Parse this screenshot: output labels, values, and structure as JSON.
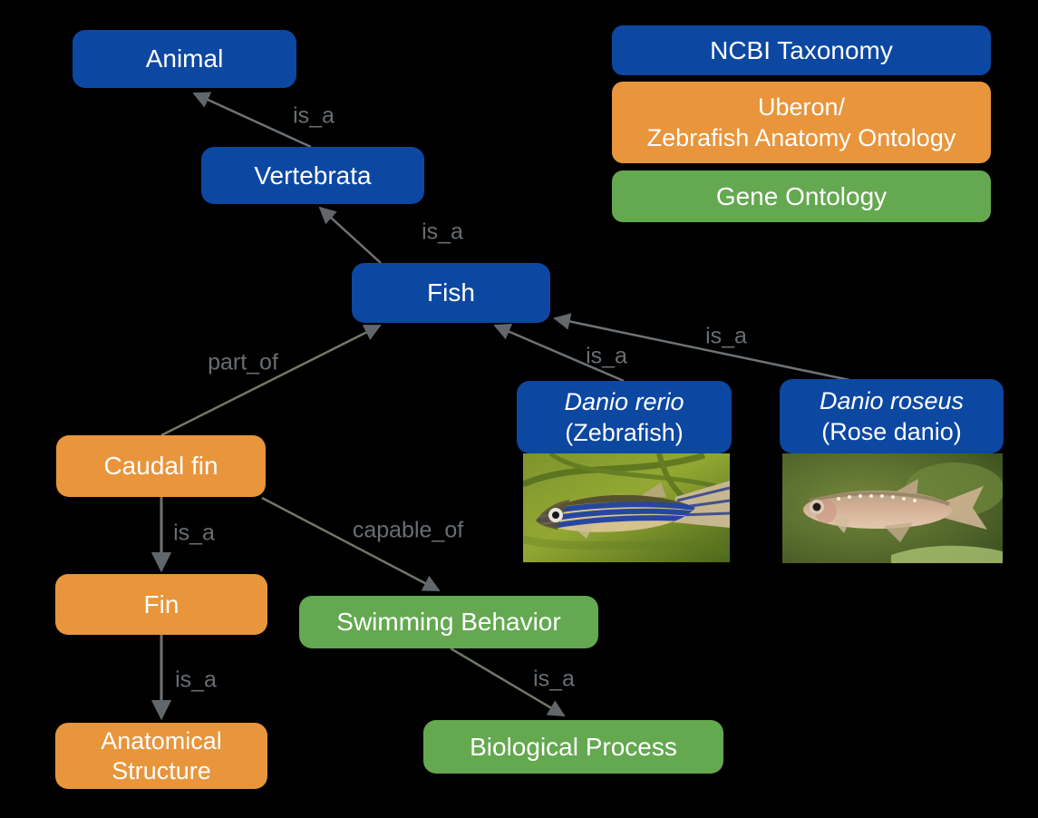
{
  "title": "Ontology relationship diagram",
  "colors": {
    "background": "#000000",
    "taxonomy_blue": "#0c47a2",
    "anatomy_orange": "#e8953c",
    "gene_green": "#64a850",
    "edge_gray": "#6e7377",
    "edge_label_gray": "#686e73",
    "node_text": "#ffffff"
  },
  "legend": {
    "ncbi": "NCBI Taxonomy",
    "uberon_line1": "Uberon/",
    "uberon_line2": "Zebrafish Anatomy Ontology",
    "gene": "Gene Ontology"
  },
  "nodes": {
    "animal": "Animal",
    "vertebrata": "Vertebrata",
    "fish": "Fish",
    "caudal_fin": "Caudal fin",
    "fin": "Fin",
    "anatomical_line1": "Anatomical",
    "anatomical_line2": "Structure",
    "swimming": "Swimming Behavior",
    "biological": "Biological Process",
    "danio_rerio_species": "Danio rerio",
    "danio_rerio_common": "(Zebrafish)",
    "danio_roseus_species": "Danio roseus",
    "danio_roseus_common": "(Rose danio)"
  },
  "edges": {
    "vertebrata_animal": "is_a",
    "fish_vertebrata": "is_a",
    "caudalfin_fish": "part_of",
    "daniorerio_fish": "is_a",
    "danioroseus_fish": "is_a",
    "caudalfin_fin": "is_a",
    "fin_anatomical": "is_a",
    "caudalfin_swimming": "capable_of",
    "swimming_biological": "is_a"
  }
}
